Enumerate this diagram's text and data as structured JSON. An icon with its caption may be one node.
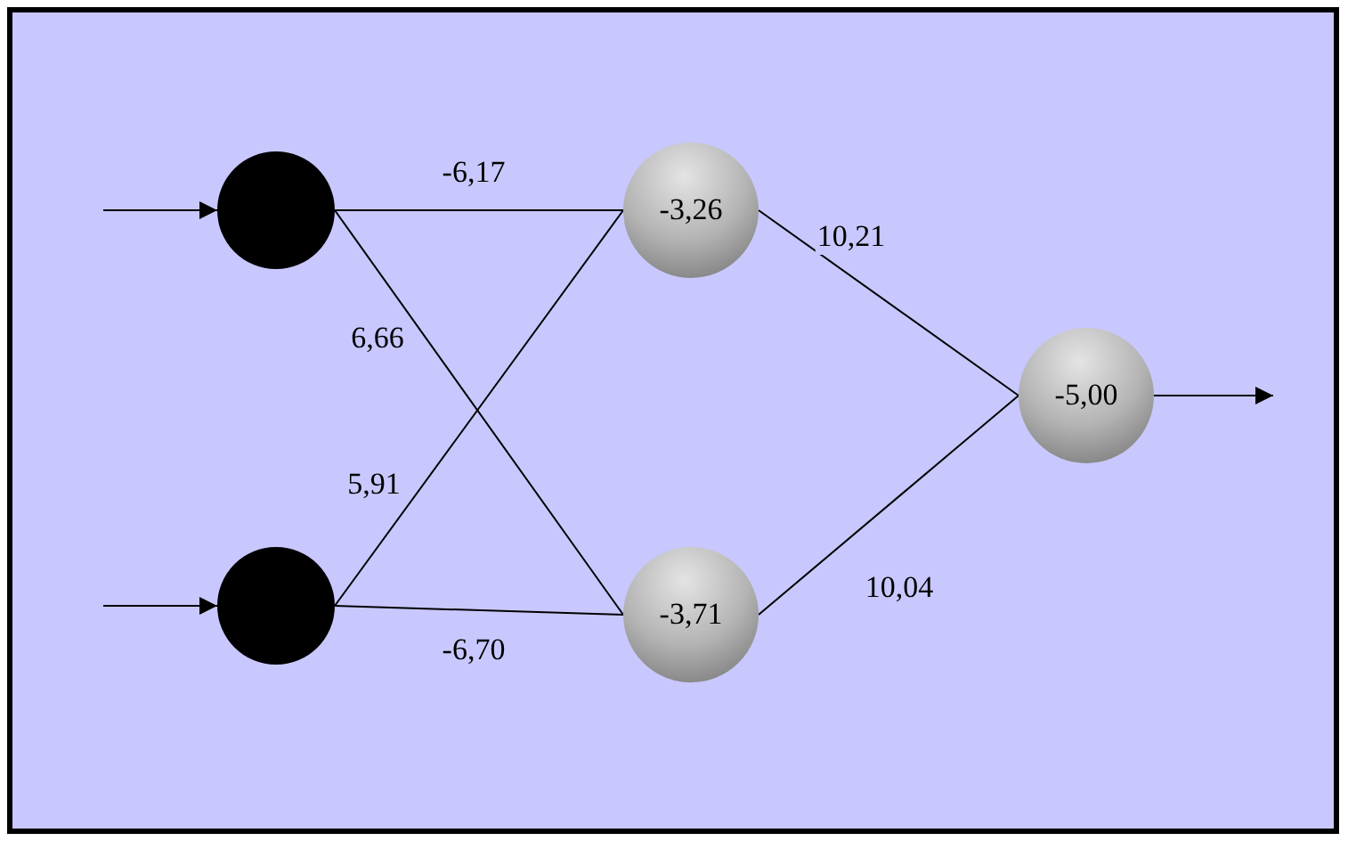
{
  "diagram": {
    "nodes": [
      {
        "text": [],
        "shape": "circle"
      },
      {
        "text": [],
        "shape": "circle"
      },
      {
        "text": [
          "-3,26"
        ]
      },
      {
        "text": [
          "-3,71"
        ]
      },
      {
        "text": [
          "-5,00"
        ]
      }
    ],
    "edges": [
      {
        "from": null,
        "to": 0,
        "arrow": "to"
      },
      {
        "from": null,
        "to": 1,
        "arrow": "to"
      },
      {
        "from": 0,
        "to": 2,
        "arrow": "none",
        "label": "-6,17"
      },
      {
        "from": 0,
        "to": 3,
        "arrow": "none",
        "label": "6,66"
      },
      {
        "from": 1,
        "to": 2,
        "arrow": "none",
        "label": "5,91"
      },
      {
        "from": 1,
        "to": 3,
        "arrow": "none",
        "label": "-6,70"
      },
      {
        "from": 2,
        "to": 4,
        "arrow": "none",
        "label": "10,21"
      },
      {
        "from": 3,
        "to": 4,
        "arrow": "none",
        "label": "10,04"
      },
      {
        "from": 4,
        "to": null,
        "arrow": "to"
      }
    ]
  }
}
